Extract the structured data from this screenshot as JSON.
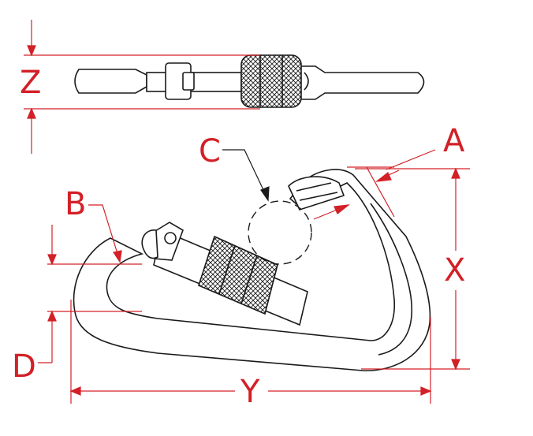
{
  "colors": {
    "dimension": "#d32027",
    "outline": "#1a1a1a",
    "background": "#ffffff"
  },
  "labels": {
    "z": "Z",
    "a": "A",
    "c": "C",
    "b": "B",
    "x": "X",
    "d": "D",
    "y": "Y"
  }
}
